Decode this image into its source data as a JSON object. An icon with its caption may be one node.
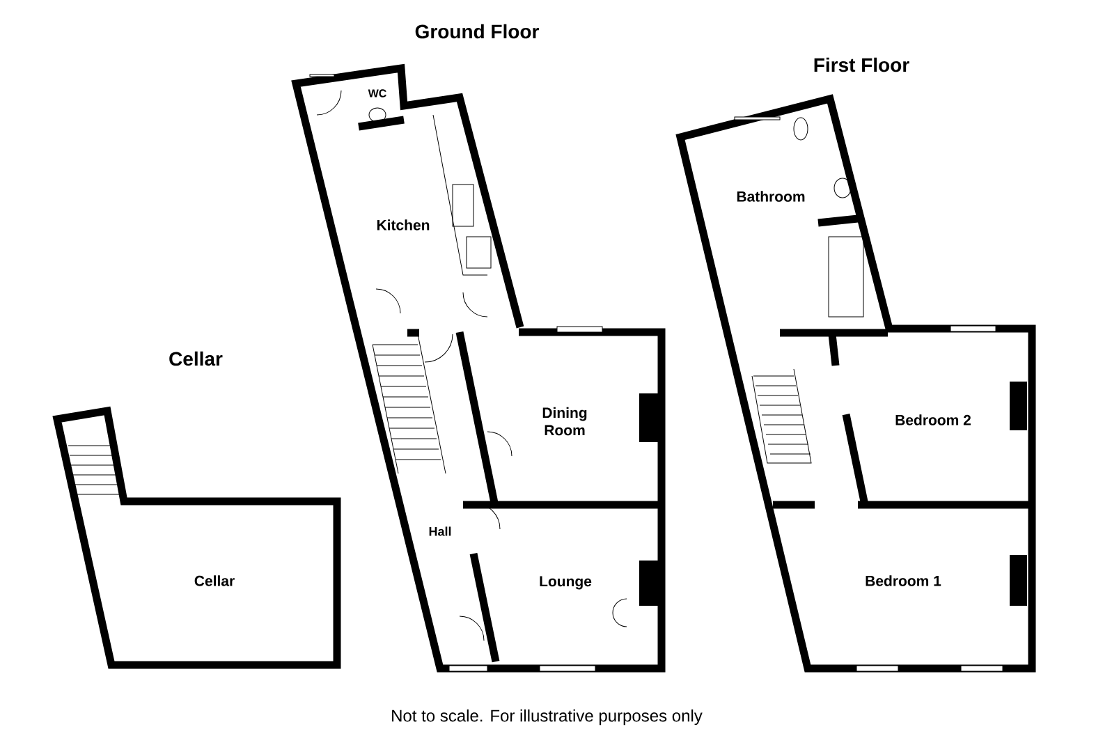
{
  "diagram": {
    "caption": "Not to scale. For illustrative purposes only",
    "labels": [
      "Ground Floor",
      "First Floor",
      "Cellar",
      "WC",
      "Kitchen",
      "Dining Room",
      "Hall",
      "Lounge",
      "Cellar",
      "Bathroom",
      "Bedroom 2",
      "Bedroom 1"
    ]
  }
}
